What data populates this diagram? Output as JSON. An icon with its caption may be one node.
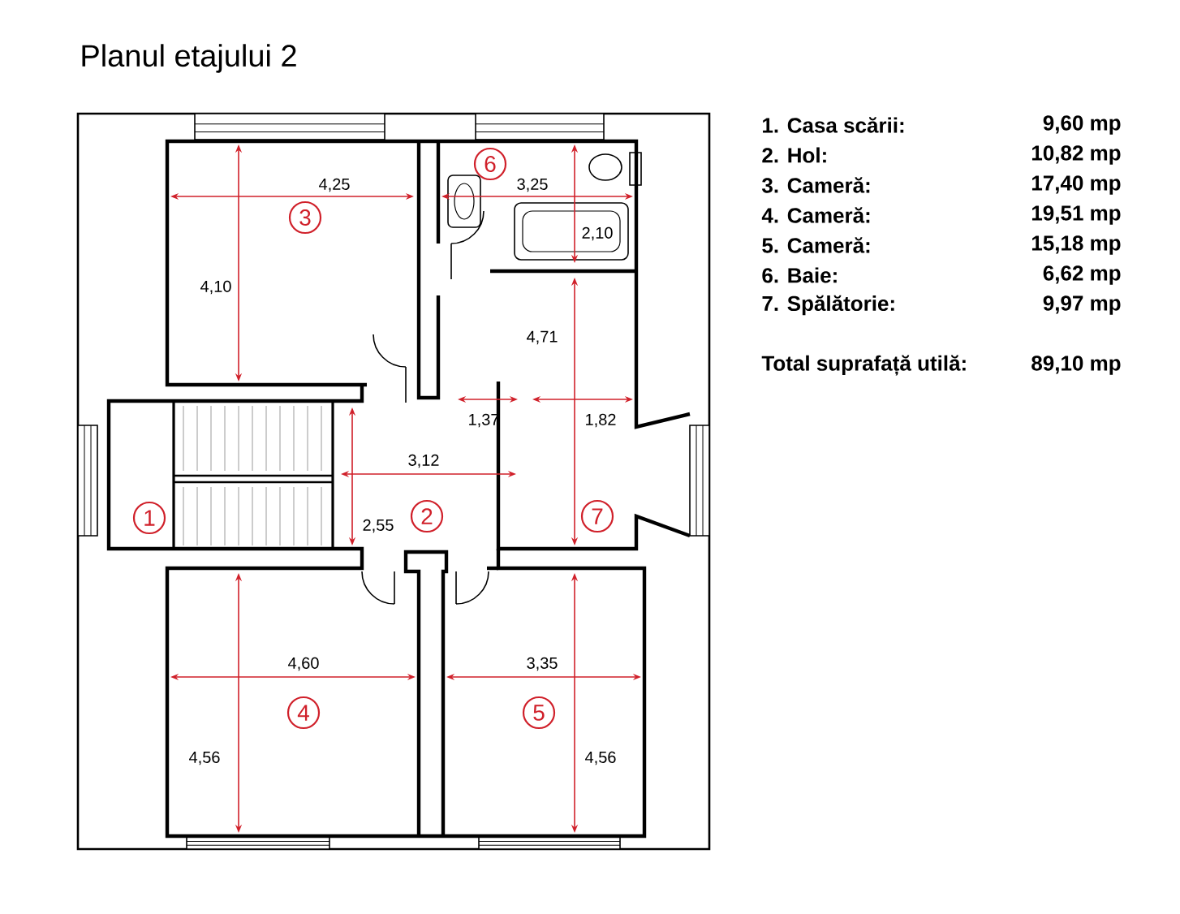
{
  "diagram": {
    "title": "Planul etajului 2",
    "labels": [
      "6",
      "4,25",
      "3,25",
      "3",
      "2,10",
      "4,10",
      "4,71",
      "1,37",
      "1,82",
      "3,12",
      "1",
      "2",
      "7",
      "2,55",
      "4,60",
      "3,35",
      "4",
      "5",
      "4,56",
      "4,56",
      "1. Casa scării:",
      "9,60 mp",
      "2. Hol:",
      "10,82 mp",
      "3. Cameră:",
      "17,40 mp",
      "4. Cameră:",
      "19,51 mp",
      "5. Cameră:",
      "15,18 mp",
      "6. Baie:",
      "6,62 mp",
      "7. Spălătorie:",
      "9,97 mp",
      "Total suprafață utilă:",
      "89,10 mp"
    ]
  }
}
